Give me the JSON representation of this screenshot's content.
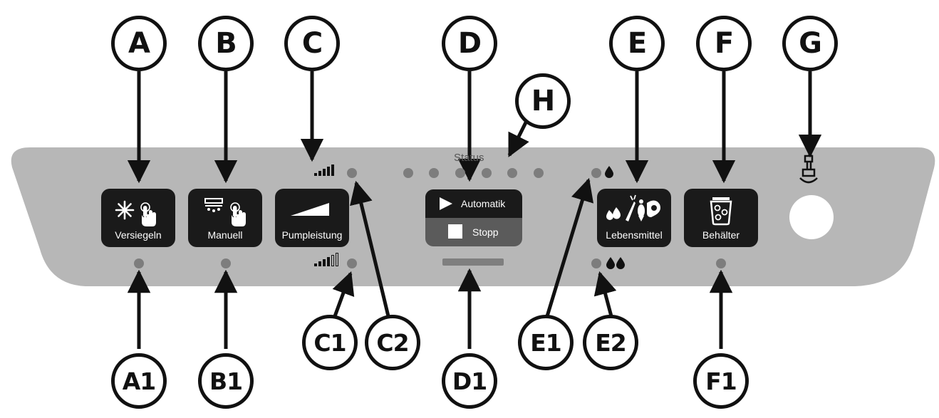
{
  "panel": {
    "status_label": "Status",
    "buttons": {
      "versiegeln": "Versiegeln",
      "manuell": "Manuell",
      "pumpleistung": "Pumpleistung",
      "automatik": "Automatik",
      "stopp": "Stopp",
      "lebensmittel": "Lebensmittel",
      "behaelter": "Behälter"
    }
  },
  "callouts": {
    "A": "A",
    "B": "B",
    "C": "C",
    "D": "D",
    "E": "E",
    "F": "F",
    "G": "G",
    "H": "H",
    "A1": "A1",
    "B1": "B1",
    "C1": "C1",
    "C2": "C2",
    "D1": "D1",
    "E1": "E1",
    "E2": "E2",
    "F1": "F1"
  },
  "colors": {
    "panel": "#b7b7b7",
    "button": "#1a1a1a",
    "stop_segment": "#5b5b5b",
    "led": "#7d7d7d",
    "outline": "#111111"
  },
  "icons": [
    "seal-icon",
    "touch-hand-icon",
    "manual-seal-icon",
    "pump-power-ramp-icon",
    "play-icon",
    "stop-icon",
    "food-icon",
    "container-icon",
    "signal-bars-icon",
    "drop-icon",
    "lid-hose-icon"
  ]
}
